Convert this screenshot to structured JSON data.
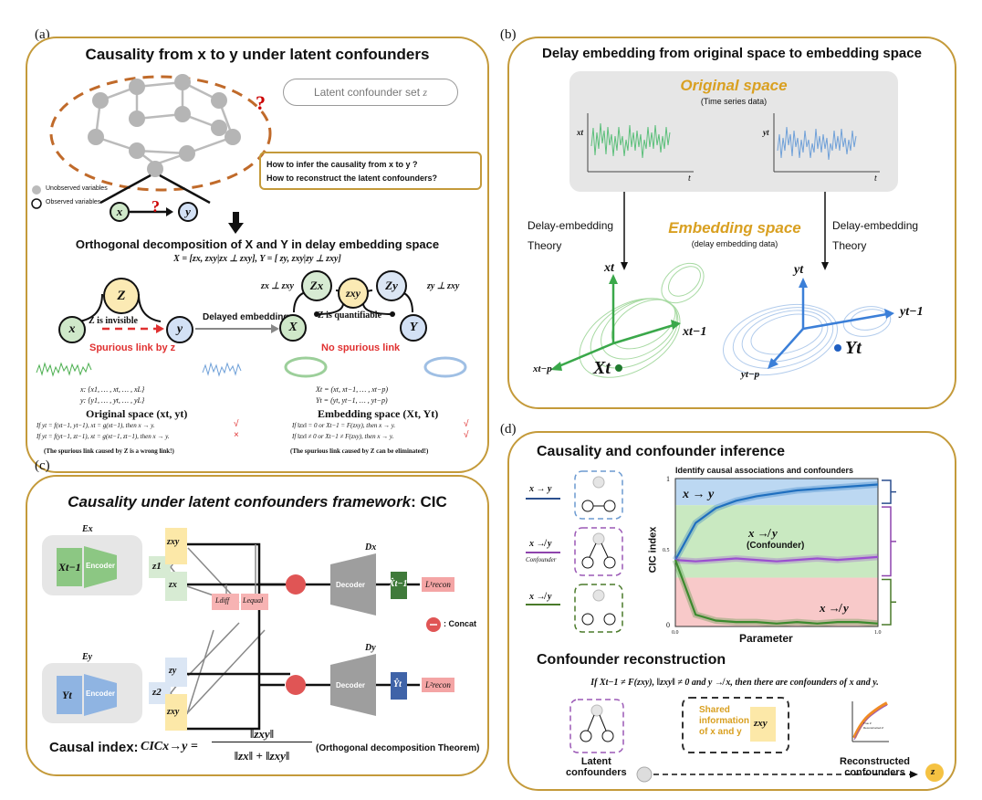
{
  "colors": {
    "panel_border": "#c49a3a",
    "accent_gold": "#d9a021",
    "green": "#6abf69",
    "blue": "#6fa0d8",
    "red": "#e03030",
    "purple": "#9b59b6"
  },
  "panel_a": {
    "label": "(a)",
    "title": "Causality from x to y under latent confounders",
    "bubble": "Latent confounder set",
    "bubble_var": "z",
    "q_mark": "?",
    "questions": [
      "How to infer the causality from x to y ?",
      "How to reconstruct the latent confounders?"
    ],
    "legend_unobserved": "Unobserved variables",
    "legend_observed": "Observed variables",
    "node_x": "x",
    "node_y": "y",
    "subtitle": "Orthogonal decomposition of X and Y in delay embedding space",
    "formula": "X = [zx, zxy|zx ⊥ zxy], Y = [ zy, zxy|zy ⊥ zxy]",
    "z_node": "Z",
    "z_invisible": "Z is invisible",
    "z_quantifiable": "Z is quantifiable",
    "delayed_embedding": "Delayed   embedding",
    "spurious": "Spurious link by z",
    "no_spurious": "No spurious link",
    "zx_perp": "zx ⊥ zxy",
    "zy_perp": "zy ⊥ zxy",
    "zx": "Zx",
    "zxy": "zxy",
    "zy": "Zy",
    "X": "X",
    "Y": "Y",
    "seq_x": "x: {x1, … , xt, … , xL}",
    "seq_y": "y: {y1, … , yt, … , yL}",
    "emb_X": "Xt = (xt, xt−1, … , xt−p)",
    "emb_Y": "Yt = (yt, yt−1, … , yt−p)",
    "orig_space": "Original space (xt, yt)",
    "emb_space": "Embedding space (Xt, Yt)",
    "orig_rule1": "If yt = f(xt−1, yt−1), xt = g(xt−1), then x → y.",
    "orig_rule2": "If yt = f(yt−1, zt−1), xt = g(xt−1, zt−1), then x → y.",
    "emb_rule1": "If ‖zx‖ = 0 or Xt−1 = F(zxy), then x → y.",
    "emb_rule2": "If ‖zx‖ ≠ 0 or Xt−1 ≠ F(zxy), then x → y.",
    "check": "√",
    "cross": "×",
    "orig_note": "(The spurious link caused by Z is a wrong link!)",
    "emb_note": "(The spurious link caused by Z can be eliminated!)"
  },
  "panel_b": {
    "label": "(b)",
    "title": "Delay embedding from original space to embedding space",
    "orig_title": "Original space",
    "orig_sub": "(Time series data)",
    "xt": "xt",
    "yt": "yt",
    "t": "t",
    "emb_title": "Embedding space",
    "emb_sub": "(delay embedding data)",
    "left_text": [
      "Delay-embedding",
      "Theory"
    ],
    "right_text": [
      "Delay-embedding",
      "Theory"
    ],
    "ax_xt": "xt",
    "ax_xt1": "xt−1",
    "ax_xtp": "xt−p",
    "pt_Xt": "Xt",
    "ax_yt": "yt",
    "ax_yt1": "yt−1",
    "ax_ytp": "yt−p",
    "pt_Yt": "Yt"
  },
  "panel_c": {
    "label": "(c)",
    "title_it": "Causality under latent confounders framework",
    "title_cic": ": CIC",
    "Ex": "Ex",
    "Ey": "Ey",
    "Xin": "Xt−1",
    "Yin": "Yt",
    "encoder": "Encoder",
    "z1": "z1",
    "z2": "z2",
    "zxy": "zxy",
    "zx": "zx",
    "zy": "zy",
    "decoder": "Decoder",
    "Dx": "Dx",
    "Dy": "Dy",
    "Xhat": "X̂t−1",
    "Yhat": "Ŷt",
    "L1": "L¹recon",
    "L2": "L²recon",
    "Ldiff": "Ldiff",
    "Lequal": "Lequal",
    "concat": ": Concat",
    "causal_label": "Causal index:",
    "cic_lhs": "CICx→y =",
    "numer": "‖zxy‖",
    "denom": "‖zx‖ + ‖zxy‖",
    "theorem": "(Orthogonal decomposition Theorem)"
  },
  "panel_d": {
    "label": "(d)",
    "title": "Causality and confounder inference",
    "row1": "x → y",
    "row2": "x ↛ y",
    "row2_sub": "Confounder",
    "row3": "x ↛ y",
    "chart_title": "Identify causal associations and confounders",
    "zone1": "x → y",
    "zone2": "x ↛ y",
    "zone2_sub": "(Confounder)",
    "zone3": "x ↛ y",
    "ylabel": "CIC index",
    "xlabel": "Parameter",
    "recon_title": "Confounder reconstruction",
    "recon_formula": "If Xt−1 ≠ F(zxy), ‖zxy‖ ≠ 0 and y ↛ x, then there are confounders of x and y.",
    "shared": [
      "Shared",
      "information",
      "of x and y"
    ],
    "zxy": "zxy",
    "latent": [
      "Latent",
      "confounders"
    ],
    "reconstructed": [
      "Reconstructed",
      "confounders"
    ],
    "z": "z",
    "mini_legend": [
      "True Z",
      "Reconstructed Z"
    ]
  },
  "chart_data": {
    "type": "line",
    "title": "Identify causal associations and confounders",
    "xlabel": "Parameter",
    "ylabel": "CIC index",
    "x_ticks": [
      "0.0",
      "1.0"
    ],
    "y_ticks": [
      "0",
      "0.5",
      "1"
    ],
    "ylim": [
      0,
      1
    ],
    "series": [
      {
        "name": "x → y",
        "values": [
          0.45,
          0.7,
          0.8,
          0.85,
          0.88,
          0.9,
          0.92,
          0.93,
          0.94,
          0.95,
          0.96
        ]
      },
      {
        "name": "x ↛ y (Confounder)",
        "values": [
          0.45,
          0.44,
          0.45,
          0.46,
          0.45,
          0.44,
          0.45,
          0.46,
          0.45,
          0.46,
          0.47
        ]
      },
      {
        "name": "x ↛ y",
        "values": [
          0.45,
          0.08,
          0.04,
          0.03,
          0.03,
          0.02,
          0.03,
          0.02,
          0.03,
          0.03,
          0.02
        ]
      }
    ]
  }
}
